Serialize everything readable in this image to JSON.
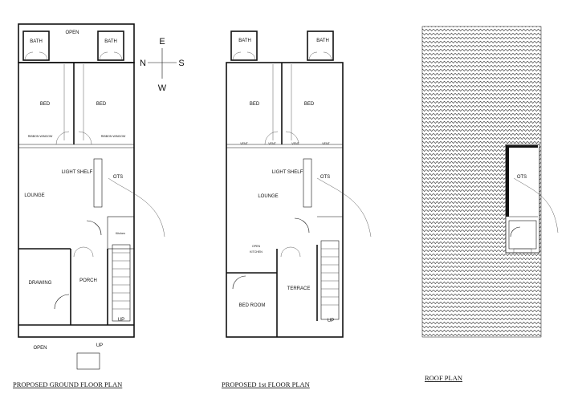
{
  "ground_floor": {
    "title": "PROPOSED GROUND FLOOR PLAN",
    "labels": {
      "open_top": "OPEN",
      "bath_left": "BATH",
      "bath_right": "BATH",
      "bed_left": "BED",
      "bed_right": "BED",
      "ribbon_left": "RIBBON WINDOW",
      "ribbon_right": "RIBBON WINDOW",
      "light_shelf": "LIGHT SHELF",
      "ots": "OTS",
      "lounge": "LOUNGE",
      "kitchen": "Kitchen",
      "drawing": "DRAWING",
      "porch": "PORCH",
      "up_stair": "UP",
      "open_bottom": "OPEN",
      "up_entry": "UP"
    }
  },
  "first_floor": {
    "title": "PROPOSED 1st FLOOR PLAN",
    "labels": {
      "bath_left": "BATH",
      "bath_right": "BATH",
      "bed_left": "BED",
      "bed_right": "BED",
      "vent_1": "VENT",
      "vent_2": "VENT",
      "vent_3": "VENT",
      "vent_4": "VENT",
      "light_shelf": "LIGHT SHELF",
      "ots": "OTS",
      "lounge": "LOUNGE",
      "open_kitchen": "OPEN KITCHEN",
      "terrace": "TERRACE",
      "bed_room": "BED ROOM",
      "up_stair": "UP"
    }
  },
  "roof": {
    "title": "ROOF PLAN",
    "labels": {
      "ots": "OTS"
    }
  },
  "compass": {
    "north": "N",
    "east": "E",
    "south": "S",
    "west": "W"
  }
}
